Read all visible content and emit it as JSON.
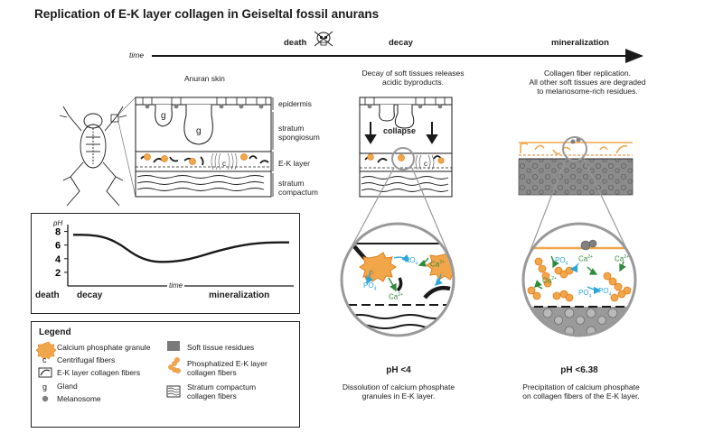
{
  "title": "Replication of E-K layer collagen in Geiseltal fossil anurans",
  "timeline": {
    "time_label": "time",
    "death": "death",
    "decay": "decay",
    "mineralization": "mineralization"
  },
  "skin": {
    "heading": "Anuran skin",
    "layers": {
      "epidermis": "epidermis",
      "stratum_spongiosum": "stratum\nspongiosum",
      "ek_layer": "E-K layer",
      "stratum_compactum": "stratum\ncompactum"
    },
    "gland_letter": "g",
    "centrifugal_letter": "c"
  },
  "decay_panel": {
    "description": "Decay of soft tissues releases\nacidic byproducts.",
    "collapse": "collapse",
    "ph": "pH <4",
    "caption": "Dissolution of calcium phosphate\ngranules in E-K layer."
  },
  "mineral_panel": {
    "description": "Collagen fiber replication.\nAll other soft tissues are degraded\nto melanosome-rich residues.",
    "ph": "pH <6.38",
    "caption": "Precipitation of calcium phosphate\non collagen fibers of the E-K layer."
  },
  "ions": {
    "po4": "PO",
    "po4_sub": "4",
    "ca": "Ca",
    "ca_sup": "2+"
  },
  "ph_chart": {
    "ylabel": "pH",
    "ticks": [
      "8",
      "6",
      "4",
      "2"
    ],
    "x_labels": [
      "death",
      "decay",
      "mineralization"
    ],
    "x_axis_label": "time"
  },
  "chart_data": {
    "type": "line",
    "ylabel": "pH",
    "xlabel": "time",
    "yticks": [
      8,
      6,
      4,
      2
    ],
    "ylim": [
      0,
      9
    ],
    "x_categories": [
      "death",
      "decay",
      "mineralization"
    ],
    "series": [
      {
        "values": [
          7.5,
          7.5,
          7.2,
          6.2,
          4.5,
          3.6,
          3.5,
          3.7,
          4.2,
          4.9,
          5.5,
          6.0,
          6.3,
          6.4,
          6.4
        ]
      }
    ]
  },
  "legend": {
    "title": "Legend",
    "items_left": [
      "Calcium phosphate granule",
      "Centrifugal fibers",
      "E-K layer collagen fibers",
      "Gland",
      "Melanosome"
    ],
    "items_right": [
      "Soft tissue residues",
      "Phosphatized E-K layer\ncollagen fibers",
      "Stratum compactum\ncollagen fibers"
    ],
    "c_symbol": "c",
    "g_symbol": "g"
  },
  "colors": {
    "orange": "#F2A64A",
    "orange_dark": "#E07E1E",
    "green": "#2E8B3A",
    "blue": "#2AA5D8",
    "grey_residue": "#8C8C8C",
    "grey_circle": "#BDBDBD",
    "dark": "#1A1A1A"
  }
}
